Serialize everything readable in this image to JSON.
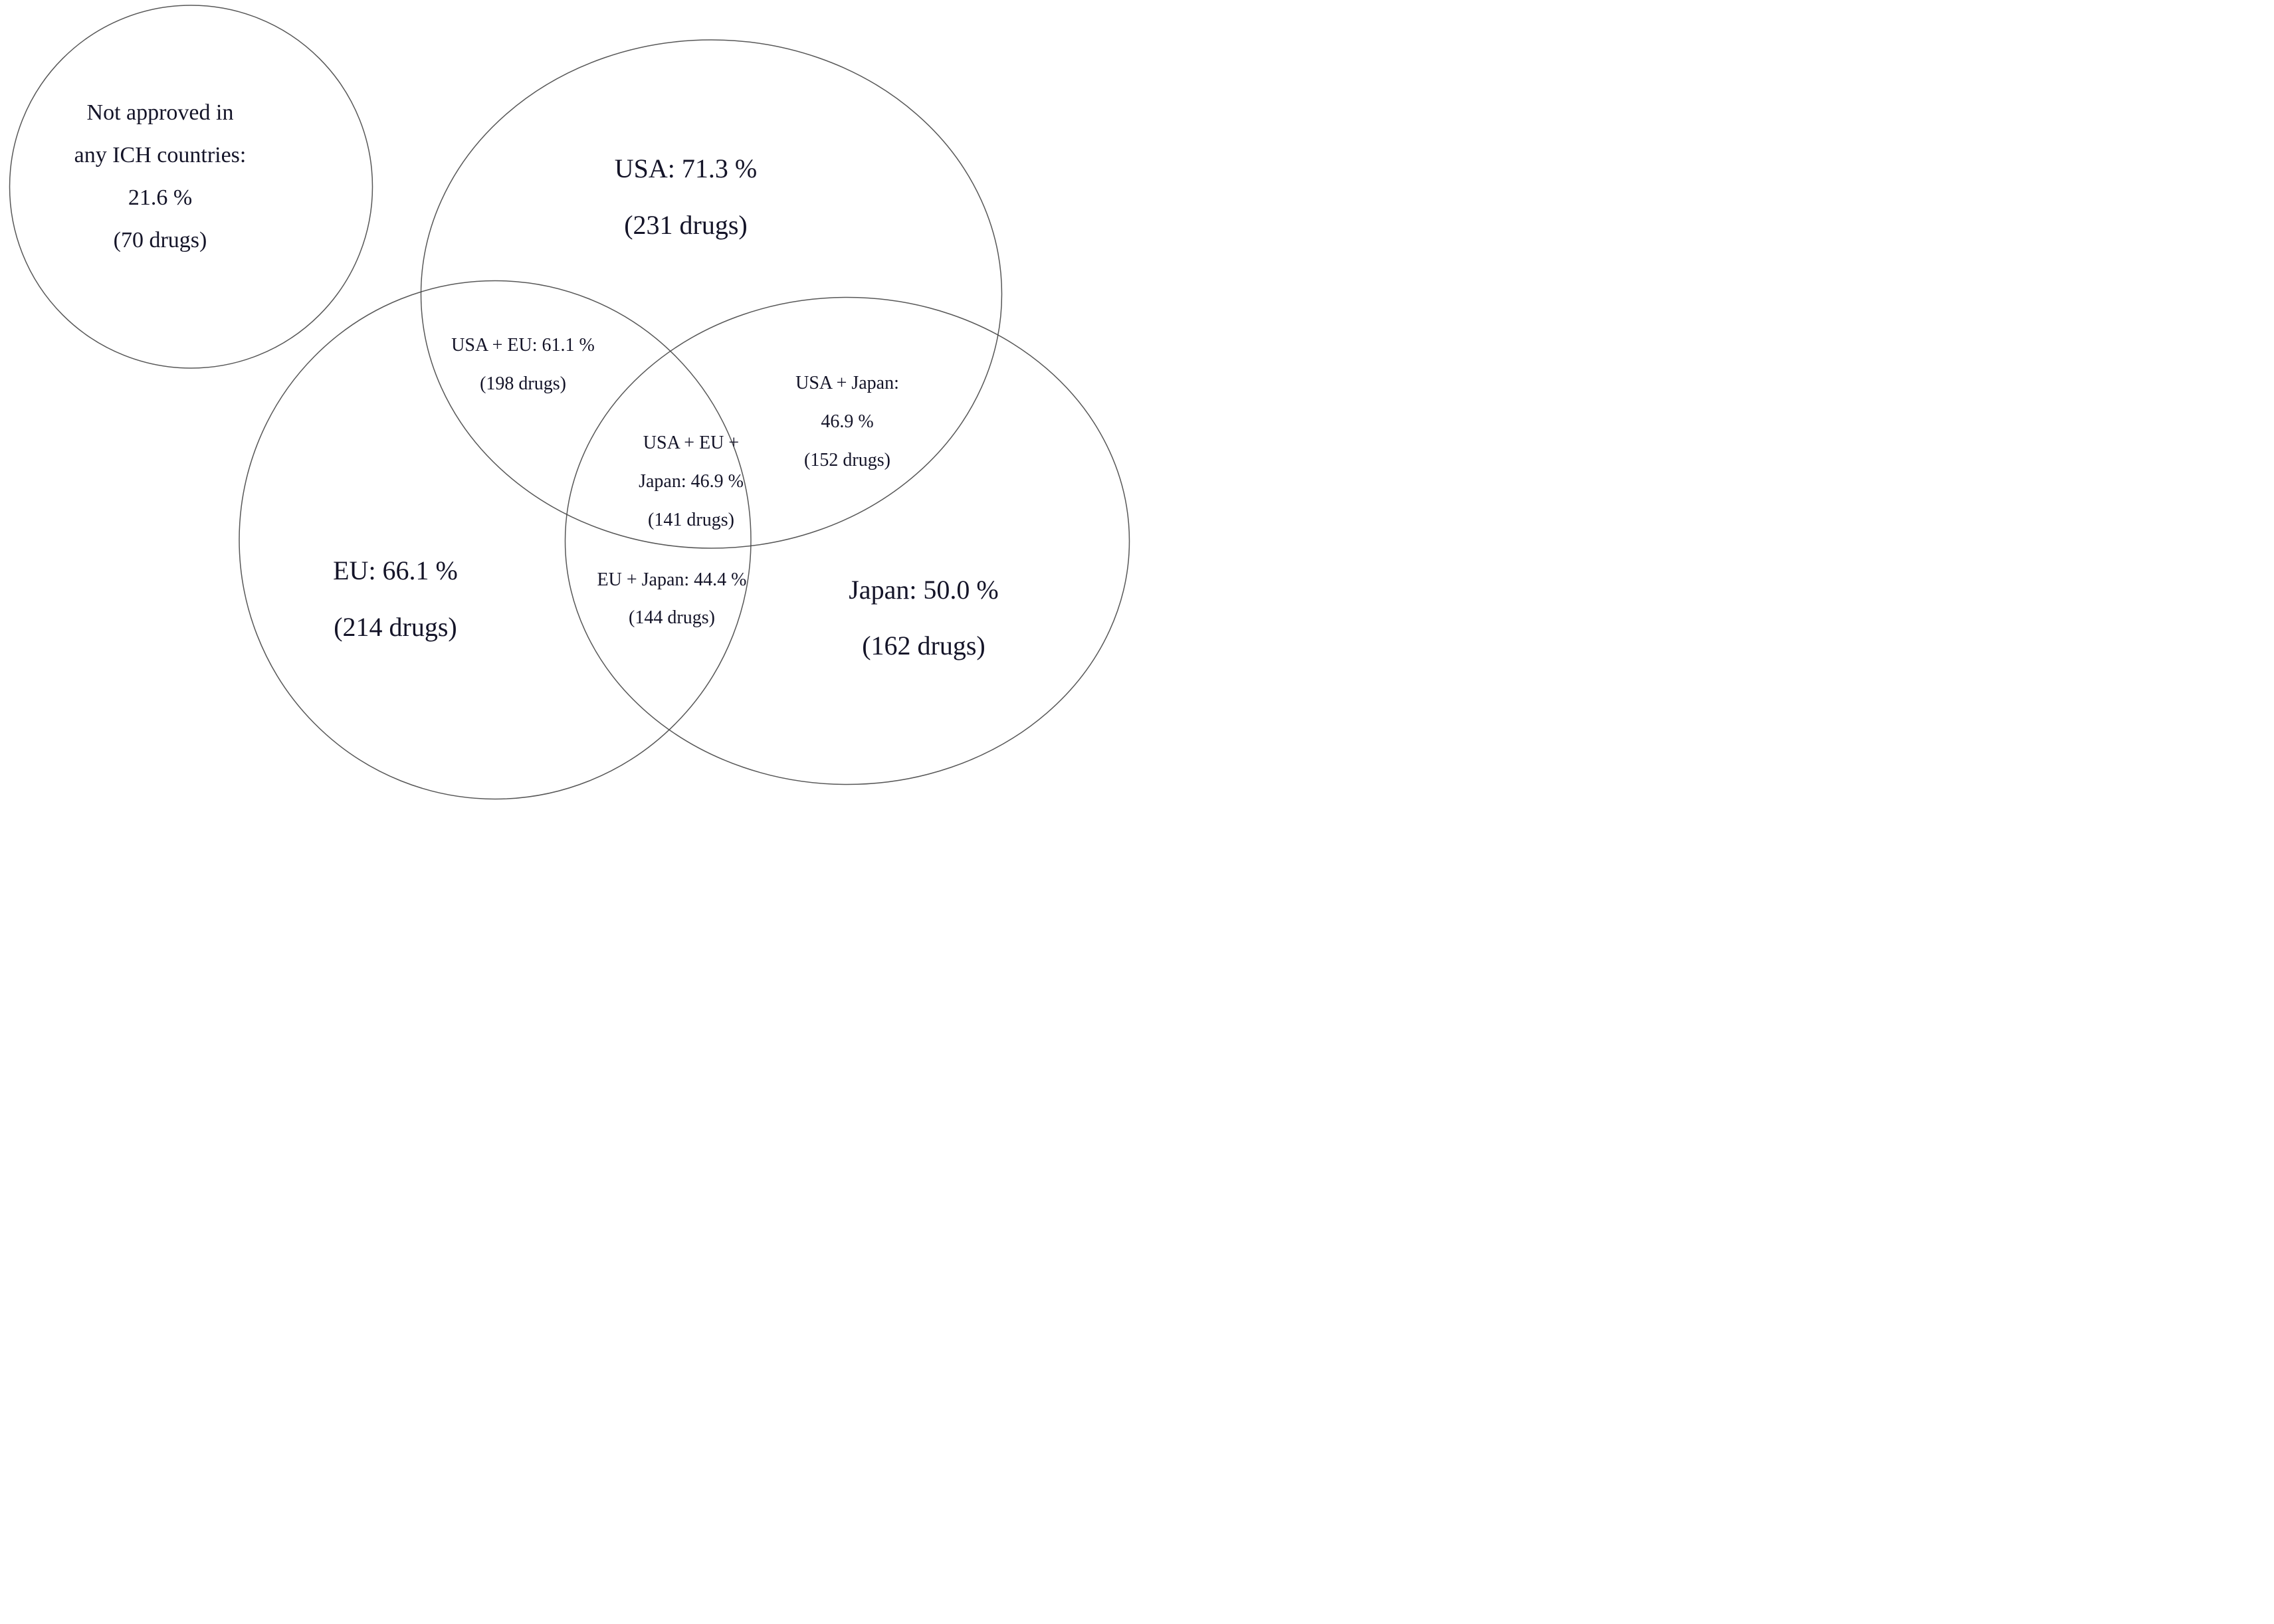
{
  "figure": {
    "type": "venn-diagram",
    "background_color": "#ffffff",
    "outline_color": "#454545",
    "text_color": "#141428"
  },
  "regions": {
    "not_approved": {
      "lines": [
        "Not approved in",
        "any ICH countries:",
        "21.6 %",
        "(70 drugs)"
      ],
      "percent": 21.6,
      "drugs": 70
    },
    "usa": {
      "lines": [
        "USA: 71.3 %",
        "(231 drugs)"
      ],
      "percent": 71.3,
      "drugs": 231
    },
    "usa_eu": {
      "lines": [
        "USA + EU: 61.1 %",
        "(198 drugs)"
      ],
      "percent": 61.1,
      "drugs": 198
    },
    "usa_japan": {
      "lines": [
        "USA + Japan:",
        "46.9 %",
        "(152 drugs)"
      ],
      "percent": 46.9,
      "drugs": 152
    },
    "usa_eu_japan": {
      "lines": [
        "USA + EU +",
        "Japan: 46.9 %",
        "(141 drugs)"
      ],
      "percent": 46.9,
      "drugs": 141
    },
    "eu": {
      "lines": [
        "EU: 66.1 %",
        "(214 drugs)"
      ],
      "percent": 66.1,
      "drugs": 214
    },
    "eu_japan": {
      "lines": [
        "EU + Japan: 44.4 %",
        "(144 drugs)"
      ],
      "percent": 44.4,
      "drugs": 144
    },
    "japan": {
      "lines": [
        "Japan: 50.0 %",
        "(162 drugs)"
      ],
      "percent": 50.0,
      "drugs": 162
    }
  }
}
